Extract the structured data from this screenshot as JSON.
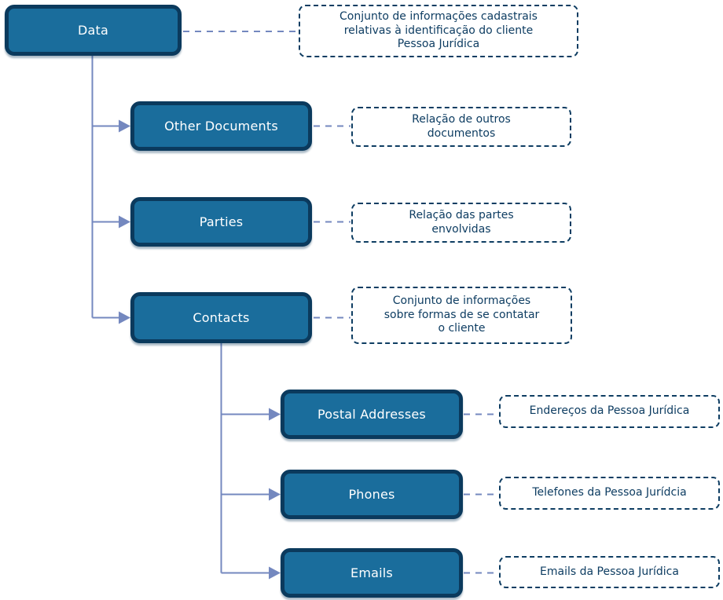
{
  "diagram": {
    "nodes": [
      {
        "id": "data",
        "label": "Data",
        "level": 1,
        "description_lines": [
          "Conjunto de informações cadastrais",
          "relativas à identificação do cliente",
          "Pessoa Jurídica"
        ]
      },
      {
        "id": "other-documents",
        "label": "Other Documents",
        "level": 2,
        "description_lines": [
          "Relação de outros",
          "documentos"
        ]
      },
      {
        "id": "parties",
        "label": "Parties",
        "level": 2,
        "description_lines": [
          "Relação das partes",
          "envolvidas"
        ]
      },
      {
        "id": "contacts",
        "label": "Contacts",
        "level": 2,
        "description_lines": [
          "Conjunto de informações",
          "sobre formas de se contatar",
          "o cliente"
        ]
      },
      {
        "id": "postal-addresses",
        "label": "Postal Addresses",
        "level": 3,
        "description_lines": [
          "Endereços da Pessoa Jurídica"
        ]
      },
      {
        "id": "phones",
        "label": "Phones",
        "level": 3,
        "description_lines": [
          "Telefones da Pessoa Jurídcia"
        ]
      },
      {
        "id": "emails",
        "label": "Emails",
        "level": 3,
        "description_lines": [
          "Emails da Pessoa Jurídica"
        ]
      }
    ],
    "edges": [
      {
        "from": "Data",
        "to": "Other Documents"
      },
      {
        "from": "Data",
        "to": "Parties"
      },
      {
        "from": "Data",
        "to": "Contacts"
      },
      {
        "from": "Contacts",
        "to": "Postal Addresses"
      },
      {
        "from": "Contacts",
        "to": "Phones"
      },
      {
        "from": "Contacts",
        "to": "Emails"
      }
    ],
    "colors": {
      "node_fill": "#1A6D9C",
      "node_border": "#0B3A5D",
      "node_text": "#FFFFFF",
      "annotation_border": "#0E3D62",
      "annotation_text": "#0E3D62",
      "connector": "#7488BF",
      "background": "#FFFFFF"
    }
  }
}
